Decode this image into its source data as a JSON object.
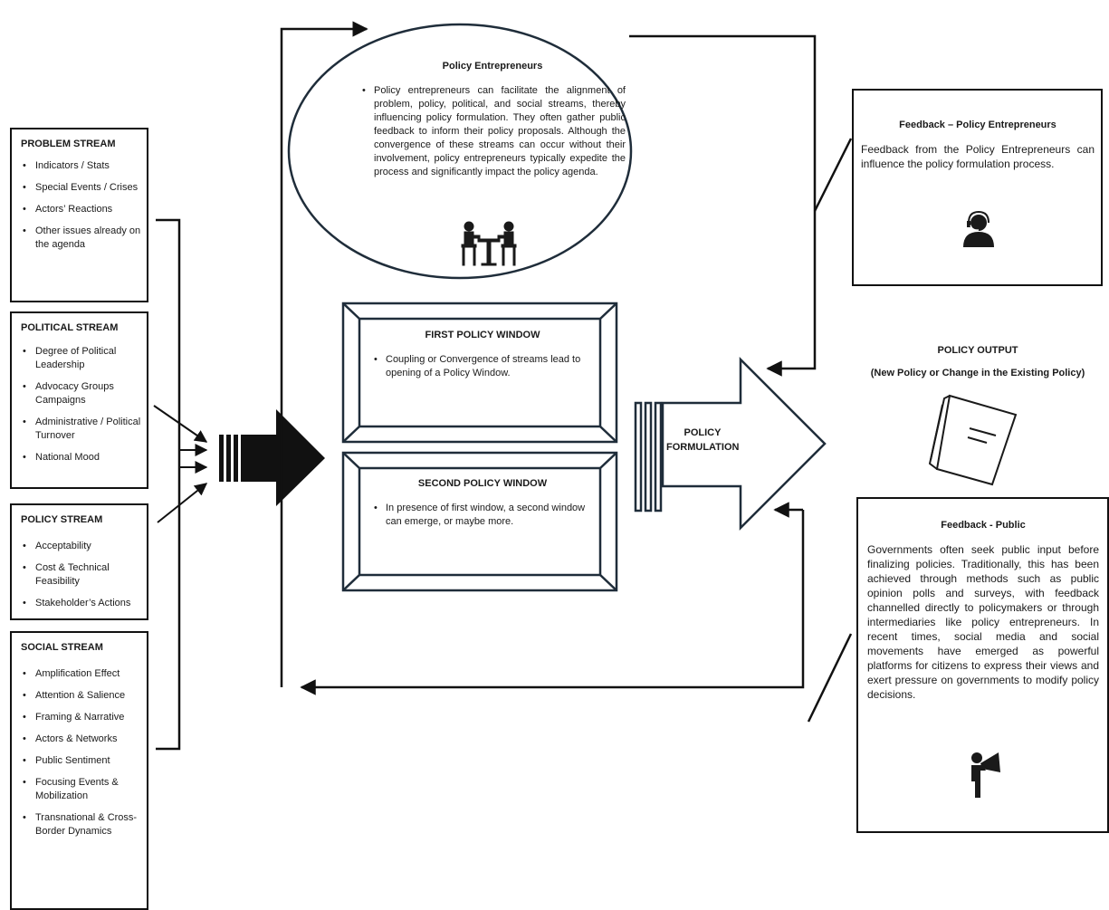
{
  "streams": {
    "problem": {
      "title": "PROBLEM STREAM",
      "items": [
        "Indicators / Stats",
        "Special Events / Crises",
        "Actors’ Reactions",
        "Other issues already on the agenda"
      ]
    },
    "political": {
      "title": "POLITICAL STREAM",
      "items": [
        "Degree of Political Leadership",
        "Advocacy Groups Campaigns",
        "Administrative / Political Turnover",
        "National Mood"
      ]
    },
    "policy": {
      "title": "POLICY STREAM",
      "items": [
        "Acceptability",
        "Cost & Technical Feasibility",
        "Stakeholder’s Actions"
      ]
    },
    "social": {
      "title": "SOCIAL STREAM",
      "items": [
        "Amplification Effect",
        "Attention & Salience",
        "Framing & Narrative",
        "Actors & Networks",
        "Public Sentiment",
        "Focusing Events & Mobilization",
        "Transnational & Cross-Border Dynamics"
      ]
    }
  },
  "entrepreneurs": {
    "title": "Policy Entrepreneurs",
    "text": "Policy entrepreneurs can facilitate the alignment of problem, policy, political, and social streams, thereby influencing policy formulation. They often gather public feedback to inform their policy proposals. Although the convergence of these streams can occur without their involvement, policy entrepreneurs typically expedite the process and significantly impact the policy agenda.",
    "icon": "meeting-icon"
  },
  "windows": {
    "first": {
      "title": "FIRST POLICY WINDOW",
      "text": "Coupling or Convergence of streams lead to opening of a Policy Window."
    },
    "second": {
      "title": "SECOND POLICY WINDOW",
      "text": "In presence of first window, a second window can emerge, or maybe more."
    }
  },
  "formulation": {
    "label": "POLICY FORMULATION"
  },
  "output": {
    "title": "POLICY OUTPUT",
    "subtitle": "(New Policy or Change in the Existing Policy)",
    "icon": "book-icon"
  },
  "feedback_entrepreneurs": {
    "title": "Feedback – Policy Entrepreneurs",
    "text": "Feedback from the Policy Entrepreneurs can influence the policy formulation process.",
    "icon": "support-agent-icon"
  },
  "feedback_public": {
    "title": "Feedback - Public",
    "text": "Governments often seek public input before finalizing policies. Traditionally, this has been achieved through methods such as public opinion polls and surveys, with feedback channelled directly to policymakers or through intermediaries like policy entrepreneurs. In recent times, social media and social movements have emerged as powerful platforms for citizens to express their views and exert pressure on governments to modify policy decisions.",
    "icon": "megaphone-icon"
  },
  "colors": {
    "line": "#111111",
    "window_border": "#1f2d3a",
    "background": "#ffffff"
  }
}
